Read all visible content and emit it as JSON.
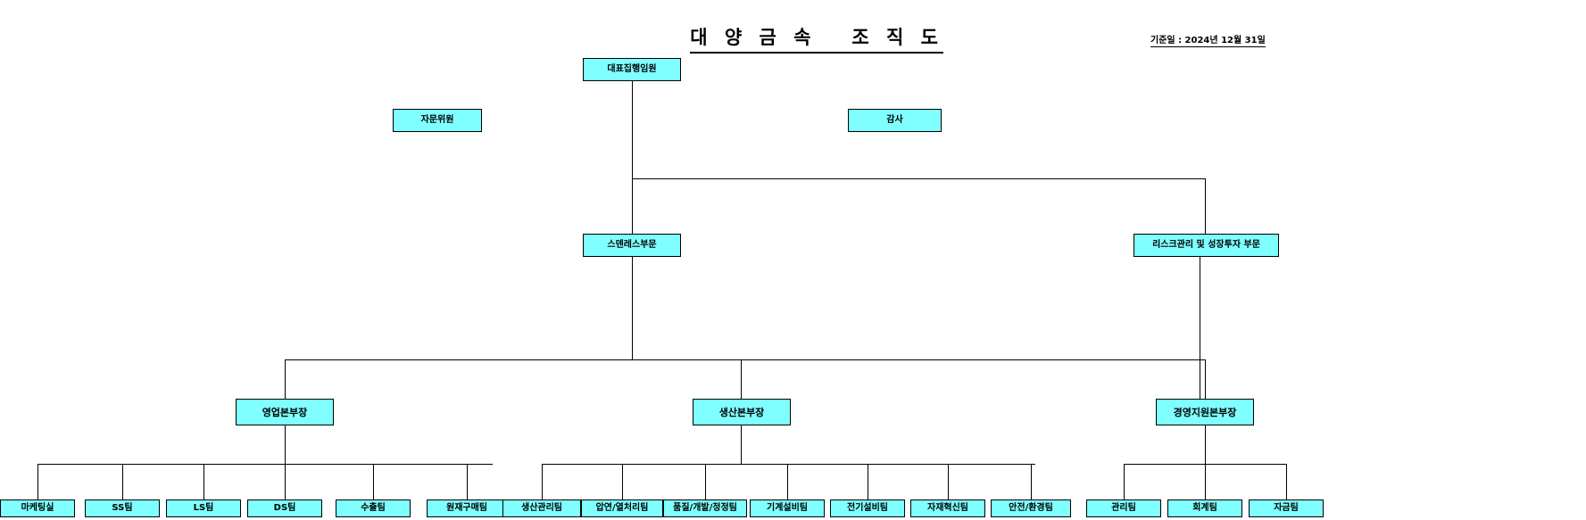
{
  "header": {
    "title": "대 양 금 속   조 직 도",
    "datestamp": "기준일 : 2024년 12월 31일"
  },
  "colors": {
    "box_fill": "#7FFFFF",
    "box_border": "#000000",
    "text": "#000000",
    "background": "#FFFFFF"
  },
  "nodes": {
    "ceo": {
      "label": "대표집행임원"
    },
    "advisor": {
      "label": "자문위원"
    },
    "auditor": {
      "label": "감사"
    },
    "division_stainless": {
      "label": "스덴레스부문"
    },
    "division_risk": {
      "label": "리스크관리 및 성장투자 부문"
    },
    "head_sales": {
      "label": "영업본부장"
    },
    "head_production": {
      "label": "생산본부장"
    },
    "head_management": {
      "label": "경영지원본부장"
    }
  },
  "teams": {
    "sales": [
      {
        "label": "마케팅실"
      },
      {
        "label": "SS팀"
      },
      {
        "label": "LS팀"
      },
      {
        "label": "DS팀"
      },
      {
        "label": "수출팀"
      },
      {
        "label": "원재구매팀"
      }
    ],
    "production": [
      {
        "label": "생산관리팀"
      },
      {
        "label": "압연/열처리팀"
      },
      {
        "label": "품질/개발/정정팀"
      },
      {
        "label": "기계설비팀"
      },
      {
        "label": "전기설비팀"
      },
      {
        "label": "자재혁신팀"
      },
      {
        "label": "안전/환경팀"
      }
    ],
    "management": [
      {
        "label": "관리팀"
      },
      {
        "label": "회계팀"
      },
      {
        "label": "자금팀"
      }
    ]
  }
}
